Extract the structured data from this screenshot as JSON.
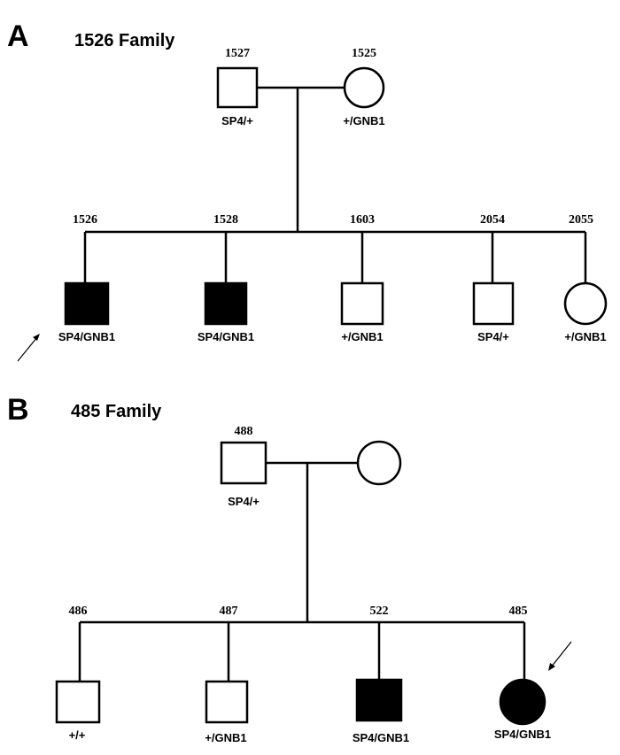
{
  "panelA": {
    "letter": "A",
    "title": "1526 Family",
    "father": {
      "id": "1527",
      "genotype": "SP4/+",
      "sex": "male",
      "affected": false
    },
    "mother": {
      "id": "1525",
      "genotype": "+/GNB1",
      "sex": "female",
      "affected": false
    },
    "children": [
      {
        "id": "1526",
        "genotype": "SP4/GNB1",
        "sex": "male",
        "affected": true,
        "proband": true
      },
      {
        "id": "1528",
        "genotype": "SP4/GNB1",
        "sex": "male",
        "affected": true
      },
      {
        "id": "1603",
        "genotype": "+/GNB1",
        "sex": "male",
        "affected": false
      },
      {
        "id": "2054",
        "genotype": "SP4/+",
        "sex": "male",
        "affected": false
      },
      {
        "id": "2055",
        "genotype": "+/GNB1",
        "sex": "female",
        "affected": false
      }
    ]
  },
  "panelB": {
    "letter": "B",
    "title": "485 Family",
    "father": {
      "id": "488",
      "genotype": "SP4/+",
      "sex": "male",
      "affected": false
    },
    "mother": {
      "id": "",
      "genotype": "",
      "sex": "female",
      "affected": false
    },
    "children": [
      {
        "id": "486",
        "genotype": "+/+",
        "sex": "male",
        "affected": false
      },
      {
        "id": "487",
        "genotype": "+/GNB1",
        "sex": "male",
        "affected": false
      },
      {
        "id": "522",
        "genotype": "SP4/GNB1",
        "sex": "male",
        "affected": true
      },
      {
        "id": "485",
        "genotype": "SP4/GNB1",
        "sex": "female",
        "affected": true,
        "proband": true
      }
    ]
  },
  "colors": {
    "ink": "#000000",
    "background": "#ffffff"
  }
}
